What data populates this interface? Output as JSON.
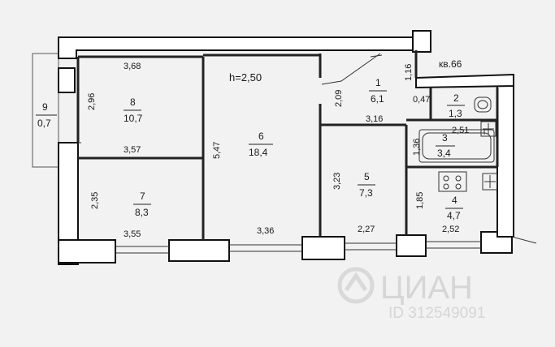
{
  "apartment_label": "кв.66",
  "ceiling_height": "h=2,50",
  "rooms": [
    {
      "number": "1",
      "area": "6,1"
    },
    {
      "number": "2",
      "area": "1,3"
    },
    {
      "number": "3",
      "area": "3,4"
    },
    {
      "number": "4",
      "area": "4,7"
    },
    {
      "number": "5",
      "area": "7,3"
    },
    {
      "number": "6",
      "area": "18,4"
    },
    {
      "number": "7",
      "area": "8,3"
    },
    {
      "number": "8",
      "area": "10,7"
    },
    {
      "number": "9",
      "area": "0,7"
    }
  ],
  "dimensions": {
    "r8_top": "3,68",
    "r8_left": "2,96",
    "r8_bottom": "3,57",
    "r7_left": "2,35",
    "r7_bottom": "3,55",
    "r6_right": "5,47",
    "r6_bottom": "3,36",
    "r1_left": "2,09",
    "r1_right": "1,16",
    "r1_bottom": "3,16",
    "r2_left": "0,47",
    "r3_top": "2,51",
    "r3_left": "1,36",
    "r5_left": "3,23",
    "r5_bottom": "2,27",
    "r4_left": "1,85",
    "r4_bottom": "2,52"
  },
  "watermark": {
    "brand": "ЦИАН",
    "id": "ID 312549091"
  }
}
